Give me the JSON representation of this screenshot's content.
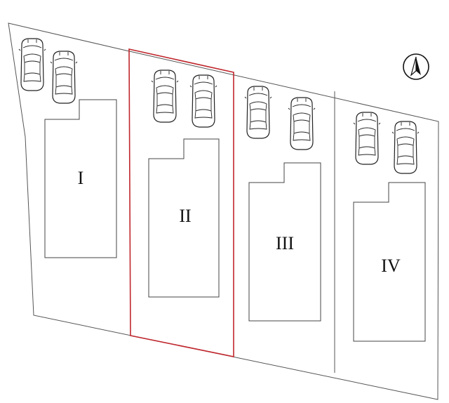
{
  "plan": {
    "lots": [
      {
        "id": "lot-1",
        "label": "I",
        "selected": false
      },
      {
        "id": "lot-2",
        "label": "II",
        "selected": true
      },
      {
        "id": "lot-3",
        "label": "III",
        "selected": false
      },
      {
        "id": "lot-4",
        "label": "IV",
        "selected": false
      }
    ],
    "parking_spaces_per_lot": 2,
    "north_icon": "north-arrow-icon",
    "colors": {
      "outline": "#555555",
      "selected_outline": "#c0272d",
      "background": "#ffffff"
    }
  }
}
